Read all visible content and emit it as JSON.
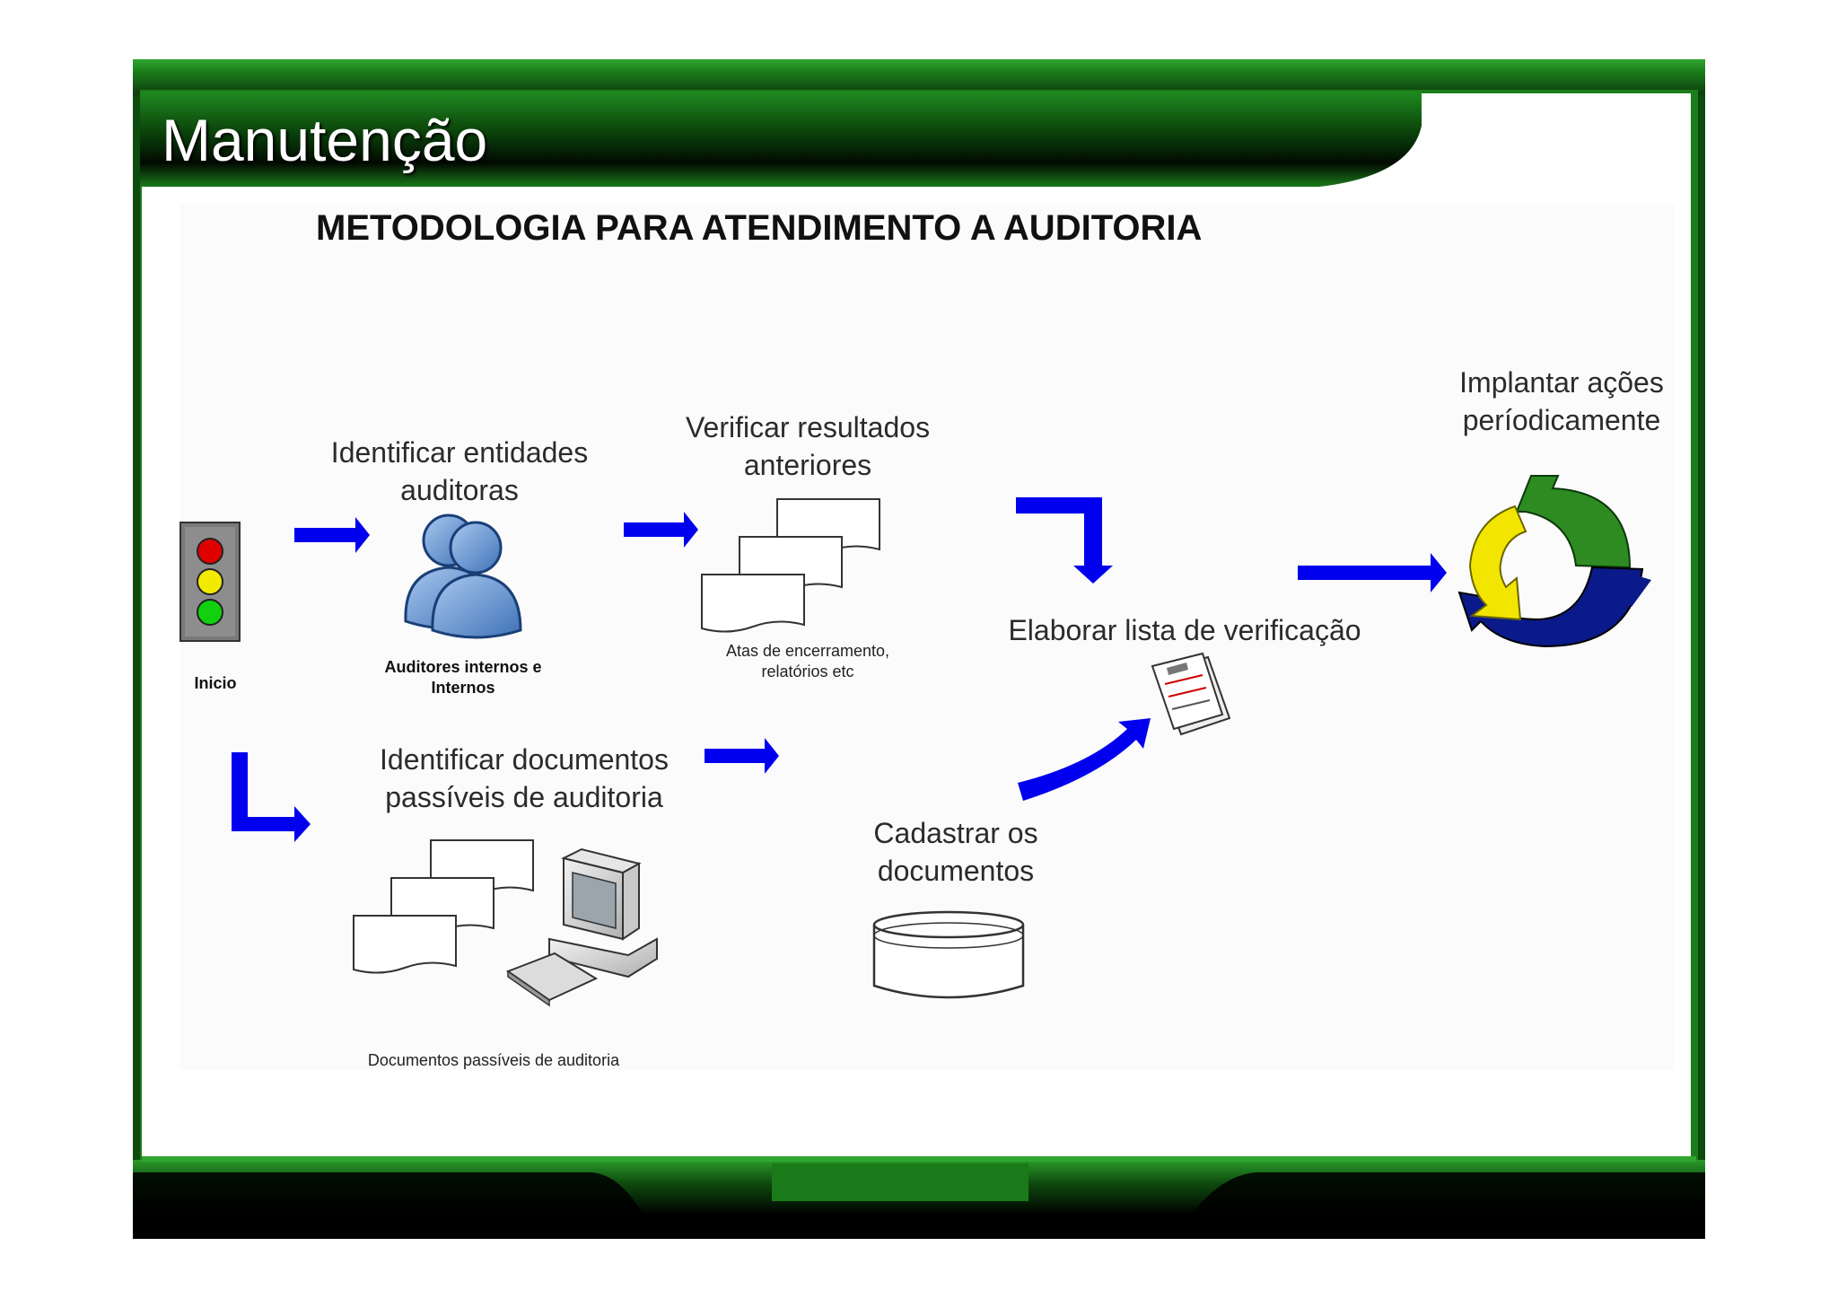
{
  "slide": {
    "title": "Manutenção",
    "heading": "METODOLOGIA PARA ATENDIMENTO A AUDITORIA"
  },
  "steps": {
    "inicio": "Inicio",
    "identify_entities": [
      "Identificar entidades",
      "auditoras"
    ],
    "auditors_caption": [
      "Auditores internos e",
      "Internos"
    ],
    "verify_results": [
      "Verificar resultados",
      "anteriores"
    ],
    "verify_caption": [
      "Atas de encerramento,",
      "relatórios etc"
    ],
    "checklist": "Elaborar lista de verificação",
    "implement": [
      "Implantar ações",
      "períodicamente"
    ],
    "identify_docs": [
      "Identificar documentos",
      "passíveis de auditoria"
    ],
    "docs_caption": "Documentos passíveis de auditoria",
    "register": [
      "Cadastrar os",
      "documentos"
    ]
  },
  "icons": [
    "traffic-light-icon",
    "users-icon",
    "documents-icon",
    "computer-icon",
    "database-icon",
    "checklist-icon",
    "cycle-arrows-icon",
    "arrow-icon"
  ],
  "colors": {
    "frame_green": "#1c7a1c",
    "dark_green": "#0a3a0a",
    "arrow_blue": "#0000ee",
    "cycle_green": "#2e8b22",
    "cycle_yellow": "#f2e600",
    "cycle_navy": "#0a1a8a"
  }
}
